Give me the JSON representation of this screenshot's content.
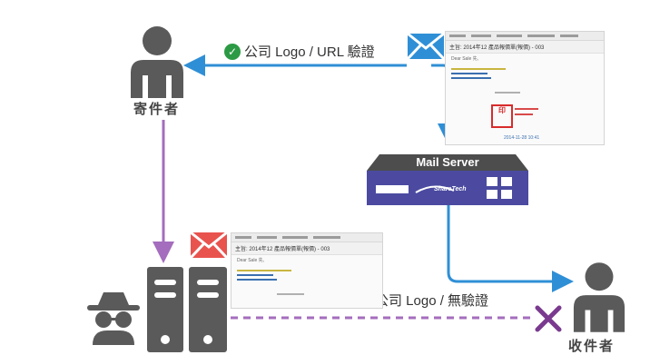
{
  "sender": {
    "label": "寄件者"
  },
  "recipient": {
    "label": "收件者"
  },
  "server": {
    "title": "Mail Server",
    "brand": "ShareTech"
  },
  "verified_caption": "公司 Logo / URL 驗證",
  "unverified_caption": "無公司 Logo / 無驗證",
  "verified_email": {
    "subject": "主旨:   2014年12 產品報價單(報價) - 003",
    "greeting": "Dear Sale 先,",
    "signature_date": "2014-11-28 10:41"
  },
  "spoofed_email": {
    "subject": "主旨:   2014年12 產品報價單(報價) - 003",
    "greeting": "Dear Sale 先,"
  },
  "colors": {
    "person": "#5a5a5a",
    "blue_arrow": "#2f8fd6",
    "purple_arrow": "#a46dbd",
    "server_body": "#4b4aa0",
    "server_top": "#4d4d4d",
    "envelope_blue": "#2f8fd6",
    "envelope_red": "#e8534e",
    "check_green": "#2c9a44",
    "cross_red": "#d9322b",
    "cross_purple": "#7a3a8f"
  }
}
